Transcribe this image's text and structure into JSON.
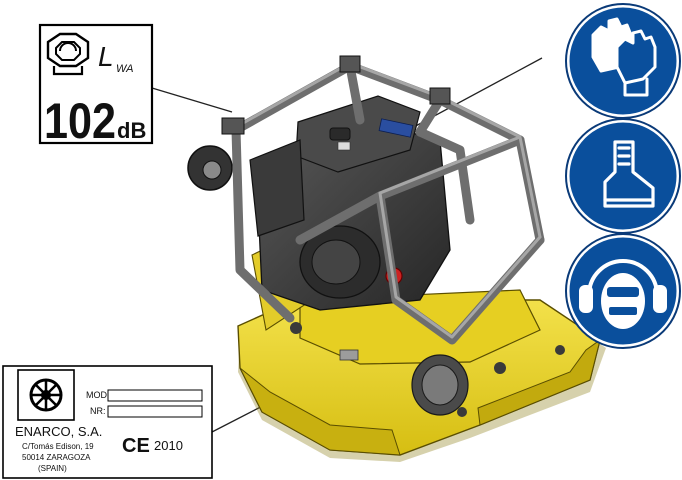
{
  "noise_label": {
    "symbol": "L",
    "subscript": "WA",
    "value": "102",
    "unit": "dB"
  },
  "nameplate": {
    "mod_label": "MOD:",
    "nr_label": "NR:",
    "company": "ENARCO, S.A.",
    "address_1": "C/Tomás Edison, 19",
    "address_2": "50014 ZARAGOZA",
    "address_3": "(SPAIN)",
    "ce_mark": "CE",
    "year": "2010"
  },
  "safety_icons": [
    "gloves-icon",
    "safety-boots-icon",
    "ear-protection-icon"
  ],
  "colors": {
    "plate_yellow": "#e8d31c",
    "plate_shadow": "#b9a410",
    "engine_dark": "#3a3a3a",
    "frame_grey": "#7a7a7a",
    "sign_blue": "#0a4f9c",
    "button_red": "#cc2222"
  }
}
